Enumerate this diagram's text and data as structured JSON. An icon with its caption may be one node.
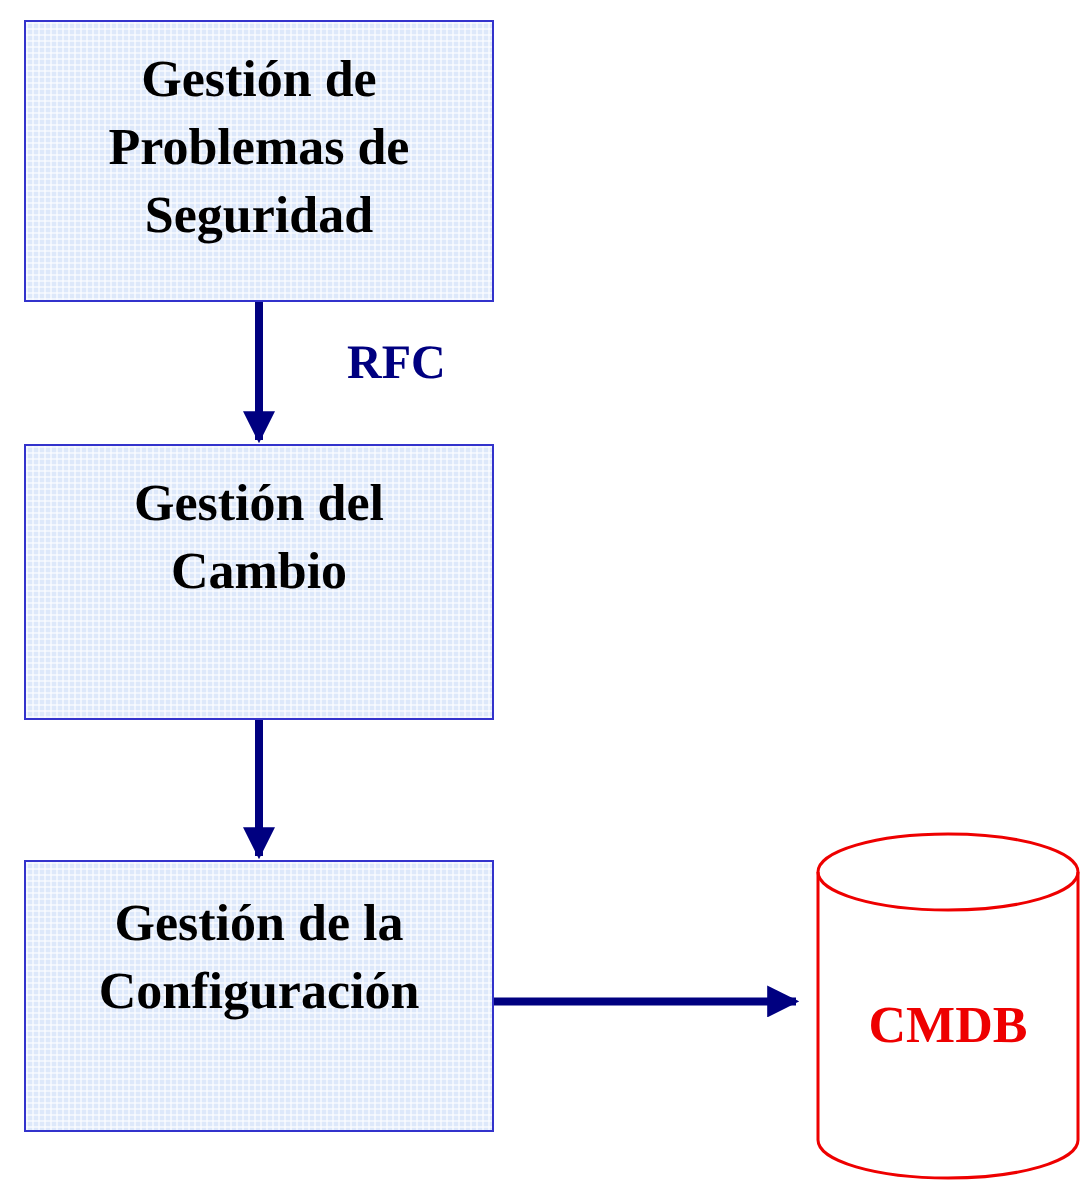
{
  "diagram": {
    "nodes": [
      {
        "text": [
          "Gestión de Problemas de Seguridad"
        ]
      },
      {
        "text": [
          "Gestión del Cambio"
        ]
      },
      {
        "text": [
          "Gestión de la Configuración"
        ]
      },
      {
        "text": [
          "CMDB"
        ]
      }
    ],
    "edges": [
      {
        "from": 0,
        "to": 1,
        "arrow": "to",
        "label": "RFC"
      },
      {
        "from": 1,
        "to": 2,
        "arrow": "to"
      },
      {
        "from": 2,
        "to": 3,
        "arrow": "to"
      }
    ]
  }
}
